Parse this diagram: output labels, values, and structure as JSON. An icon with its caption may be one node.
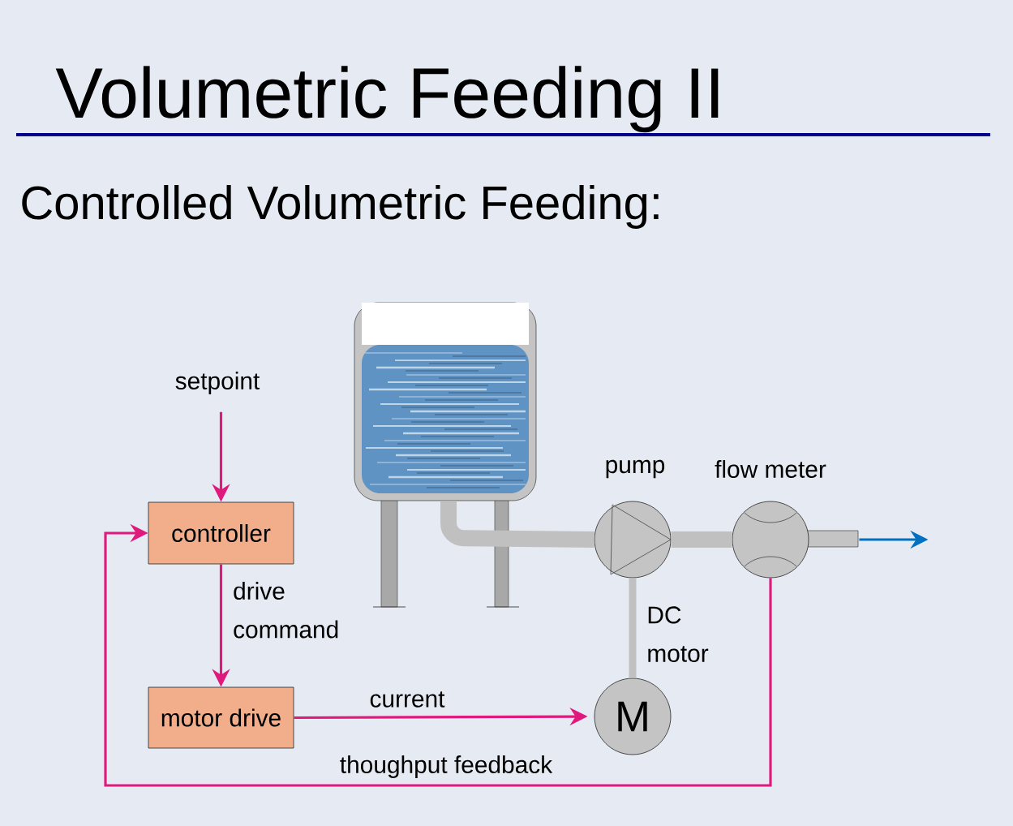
{
  "diagram": {
    "title": "Volumetric Feeding II",
    "nodes": [
      {
        "text": [
          "setpoint"
        ]
      },
      {
        "text": [
          "controller"
        ]
      },
      {
        "text": [
          "motor drive"
        ]
      },
      {
        "text": [],
        "shape": "picture"
      },
      {
        "text": [],
        "shape": "circle",
        "beside": [
          "pump"
        ]
      },
      {
        "text": [],
        "shape": "circle",
        "beside": [
          "flow meter"
        ]
      },
      {
        "text": [
          "M"
        ],
        "beside": [
          "DC motor"
        ]
      }
    ],
    "edges": [
      {
        "from": 0,
        "to": 1,
        "arrow": "to"
      },
      {
        "from": 1,
        "to": 2,
        "arrow": "to",
        "label": "drive command"
      },
      {
        "from": 2,
        "to": 6,
        "arrow": "to",
        "label": "current"
      },
      {
        "from": 5,
        "to": 1,
        "arrow": "to",
        "label": "thoughput feedback"
      },
      {
        "from": 3,
        "to": 4,
        "arrow": "none",
        "style": "thick",
        "color": "#c0c0c0"
      },
      {
        "from": 4,
        "to": 5,
        "arrow": "none",
        "style": "thick",
        "color": "#c0c0c0"
      },
      {
        "from": 4,
        "to": 6,
        "arrow": "none",
        "style": "thick",
        "color": "#c0c0c0"
      },
      {
        "from": 5,
        "to": null,
        "arrow": "to",
        "color": "#0070c0"
      }
    ],
    "labels": [
      "Controlled Volumetric Feeding:"
    ]
  }
}
